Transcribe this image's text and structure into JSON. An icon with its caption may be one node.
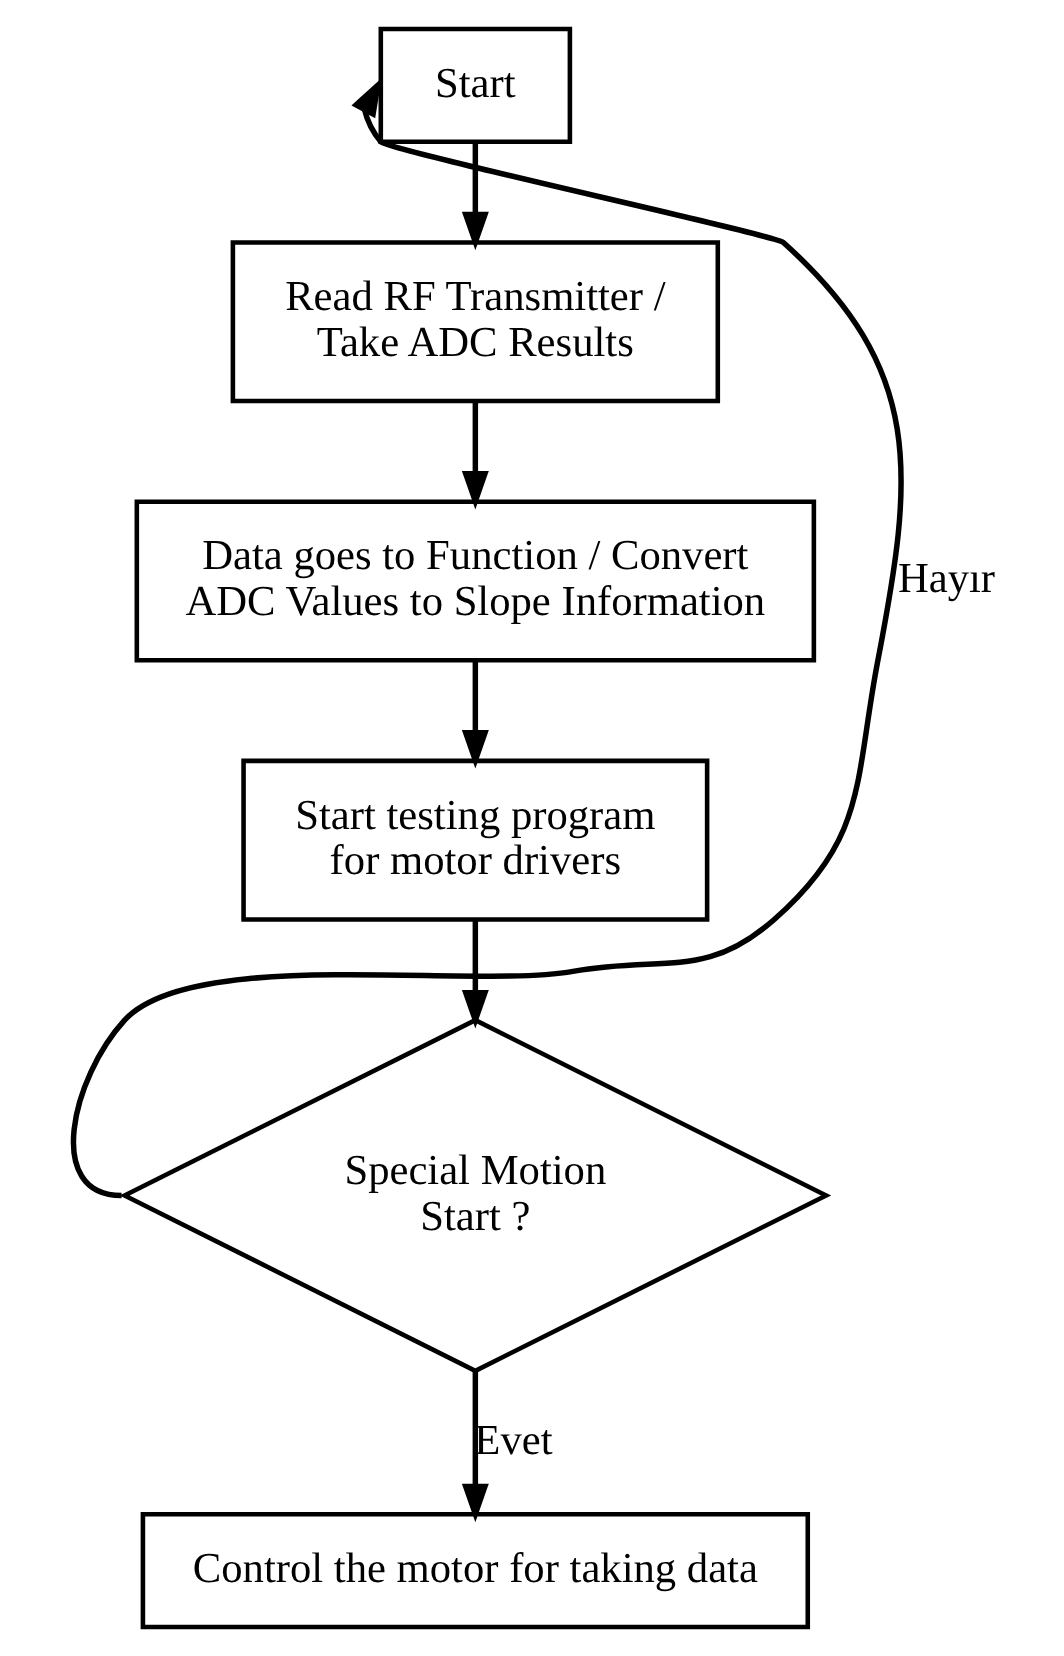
{
  "diagram": {
    "nodes": [
      {
        "text": [
          "Start"
        ]
      },
      {
        "text": [
          "Read RF Transmitter / Take ADC Results"
        ]
      },
      {
        "text": [
          "Data goes to Function / Convert ADC Values to Slope Information"
        ]
      },
      {
        "text": [
          "Start testing program for motor drivers"
        ]
      },
      {
        "text": [
          "Special Motion Start ?"
        ]
      },
      {
        "text": [
          "Control the motor for taking data"
        ]
      }
    ],
    "edges": [
      {
        "from": 0,
        "to": 1,
        "arrow": "to"
      },
      {
        "from": 1,
        "to": 2,
        "arrow": "to"
      },
      {
        "from": 2,
        "to": 3,
        "arrow": "to"
      },
      {
        "from": 3,
        "to": 4,
        "arrow": "to"
      },
      {
        "from": 4,
        "to": 0,
        "arrow": "to",
        "label": "Hayır"
      },
      {
        "from": 4,
        "to": 5,
        "arrow": "to",
        "label": "Evet"
      }
    ]
  }
}
